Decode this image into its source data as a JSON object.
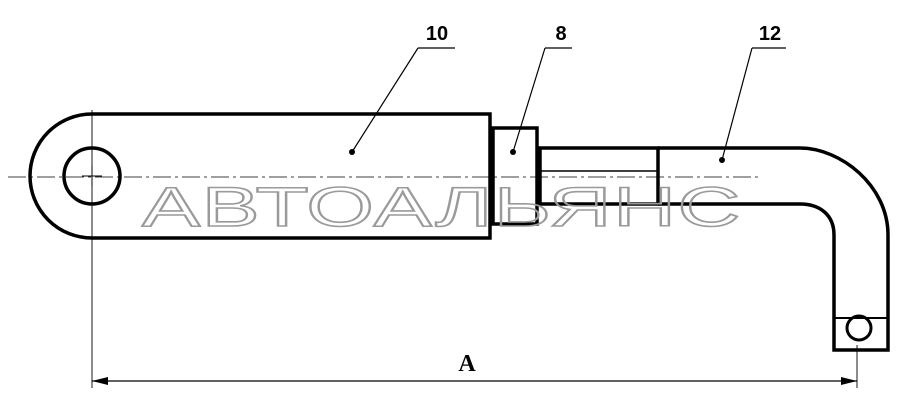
{
  "labels": {
    "part_10": "10",
    "part_8": "8",
    "part_12": "12"
  },
  "dimension": {
    "label": "A"
  },
  "watermark": "АВТОАЛЬЯНС",
  "colors": {
    "line": "#000000",
    "watermark": "#9a9a9a",
    "background": "#ffffff"
  }
}
